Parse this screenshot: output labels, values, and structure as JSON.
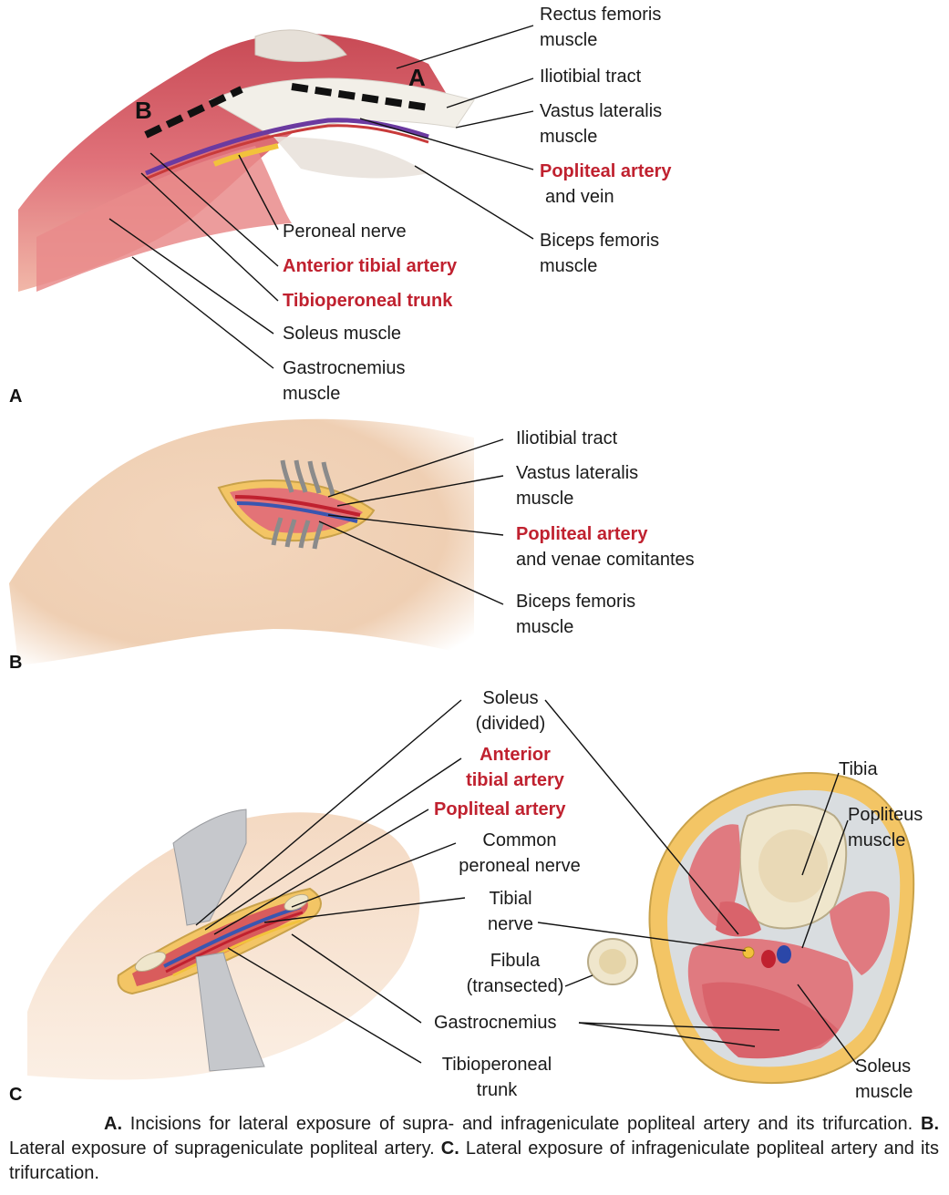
{
  "panel_a": {
    "letter": "A",
    "incision_a": "A",
    "incision_b": "B",
    "labels": {
      "rectus_femoris": [
        "Rectus femoris",
        "muscle"
      ],
      "iliotibial_tract": "Iliotibial tract",
      "vastus_lateralis": [
        "Vastus lateralis",
        "muscle"
      ],
      "popliteal_artery": "Popliteal artery",
      "popliteal_vein": "and vein",
      "biceps_femoris": [
        "Biceps femoris",
        "muscle"
      ],
      "peroneal_nerve": "Peroneal nerve",
      "anterior_tibial_artery": "Anterior tibial artery",
      "tibioperoneal_trunk": "Tibioperoneal trunk",
      "soleus_muscle": "Soleus muscle",
      "gastrocnemius": [
        "Gastrocnemius",
        "muscle"
      ]
    }
  },
  "panel_b": {
    "letter": "B",
    "labels": {
      "iliotibial_tract": "Iliotibial tract",
      "vastus_lateralis": [
        "Vastus lateralis",
        "muscle"
      ],
      "popliteal_artery": "Popliteal artery",
      "venae_comitantes": "and venae comitantes",
      "biceps_femoris": [
        "Biceps femoris",
        "muscle"
      ]
    }
  },
  "panel_c": {
    "letter": "C",
    "labels": {
      "soleus_divided": [
        "Soleus",
        "(divided)"
      ],
      "anterior_tibial_artery": [
        "Anterior",
        "tibial artery"
      ],
      "popliteal_artery": "Popliteal artery",
      "common_peroneal_nerve": [
        "Common",
        "peroneal nerve"
      ],
      "tibial_nerve": [
        "Tibial",
        "nerve"
      ],
      "fibula": [
        "Fibula",
        "(transected)"
      ],
      "gastrocnemius": "Gastrocnemius",
      "tibioperoneal_trunk": [
        "Tibioperoneal",
        "trunk"
      ],
      "tibia": "Tibia",
      "popliteus": [
        "Popliteus",
        "muscle"
      ],
      "soleus_muscle": [
        "Soleus",
        "muscle"
      ]
    }
  },
  "caption": {
    "a_label": "A.",
    "a_text": " Incisions for lateral exposure of supra- and infrageniculate popliteal artery and its trifurcation. ",
    "b_label": "B.",
    "b_text": " Lateral exposure of suprageniculate popliteal artery. ",
    "c_label": "C.",
    "c_text": " Lateral exposure of infrageniculate popliteal artery and its trifurcation."
  },
  "colors": {
    "label_red": "#c0212f",
    "muscle": "#d9606a",
    "skin": "#f0cdb0",
    "fat": "#f0c060",
    "bone": "#efe6cc"
  }
}
